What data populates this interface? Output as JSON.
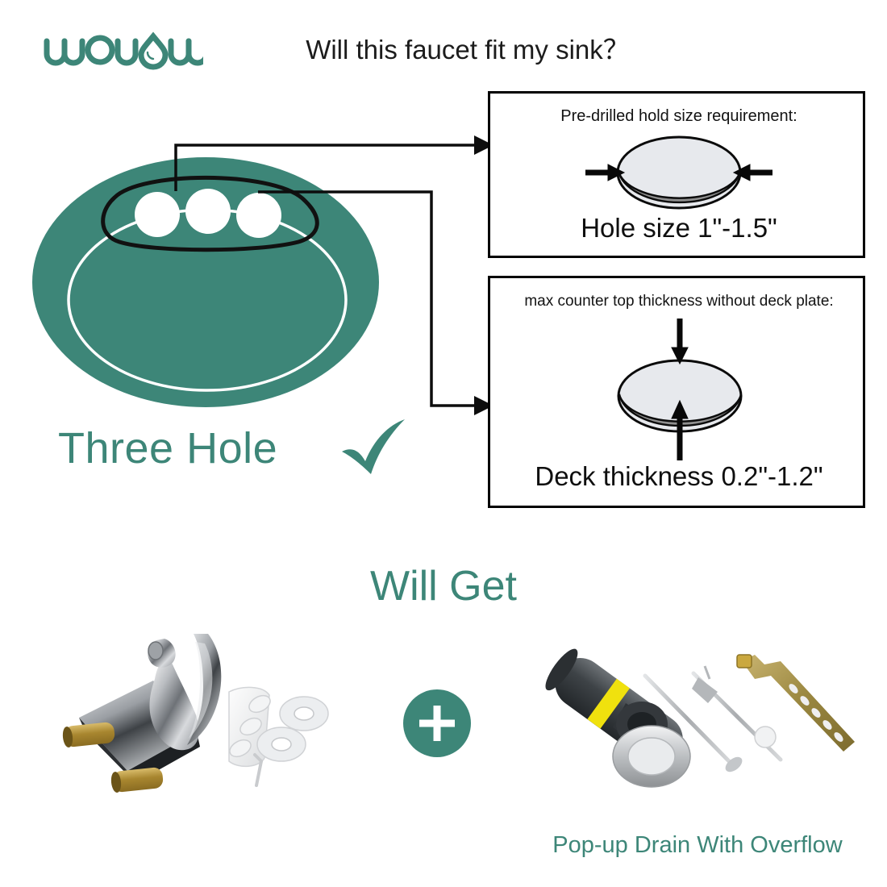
{
  "brand": {
    "logo_text": "wowow",
    "logo_name": "wowow-logo",
    "color": "#3d8678"
  },
  "header": {
    "title": "Will this faucet fit my sink？"
  },
  "sink": {
    "label": "Three Hole",
    "check_icon": "check-icon",
    "hole_count": 3,
    "body_color": "#3d8678",
    "hole_color": "#ffffff",
    "outline_color": "#111111"
  },
  "callouts": [
    {
      "id": "hole-size",
      "heading": "Pre-drilled hold size requirement:",
      "value": "Hole size 1\"-1.5\"",
      "arrow_direction": "horizontal-inward",
      "graphic": "hole-ellipse",
      "top_color": "#e7e9ed",
      "bottom_color": "#8f8f8f"
    },
    {
      "id": "deck-thickness",
      "heading": "max counter top thickness without deck plate:",
      "value": "Deck thickness 0.2\"-1.2\"",
      "arrow_direction": "vertical-inward",
      "graphic": "hole-ellipse",
      "top_color": "#e7e9ed",
      "bottom_color": "#8f8f8f"
    }
  ],
  "will_get": {
    "title": "Will Get",
    "plus_symbol": "+",
    "plus_badge_color": "#3d8678",
    "items": [
      {
        "name": "faucet-assembly",
        "parts": [
          "faucet body",
          "deck gasket",
          "mounting nuts",
          "allen wrench"
        ]
      },
      {
        "name": "pop-up-drain",
        "caption": "Pop-up Drain With Overflow",
        "parts": [
          "drain body",
          "stopper",
          "lift rod",
          "pivot rod",
          "clevis strap"
        ]
      }
    ]
  }
}
